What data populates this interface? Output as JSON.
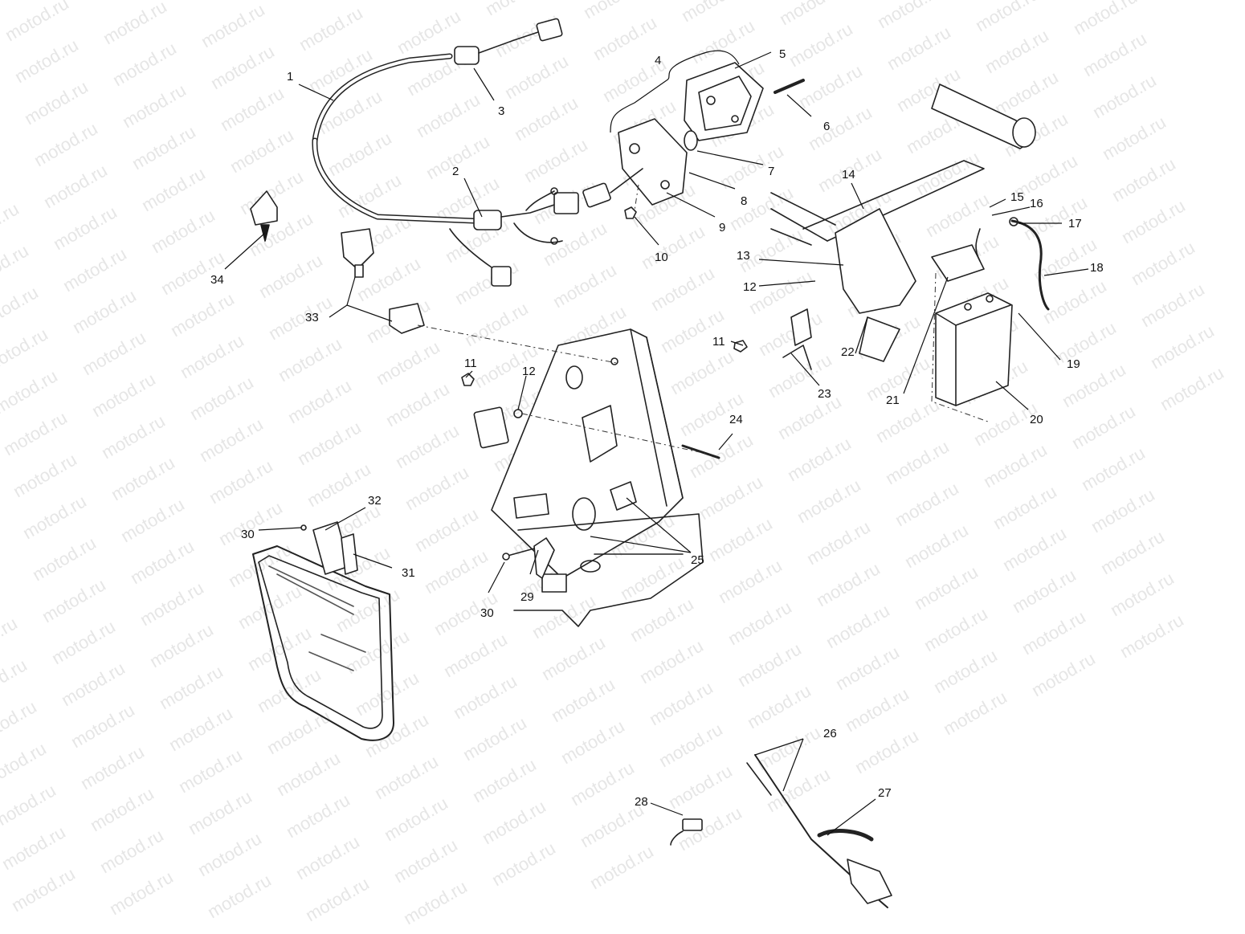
{
  "watermark": {
    "text": "motod.ru"
  },
  "callouts": [
    {
      "id": "1",
      "label": "1"
    },
    {
      "id": "2",
      "label": "2"
    },
    {
      "id": "3",
      "label": "3"
    },
    {
      "id": "4",
      "label": "4"
    },
    {
      "id": "5",
      "label": "5"
    },
    {
      "id": "6",
      "label": "6"
    },
    {
      "id": "7",
      "label": "7"
    },
    {
      "id": "8",
      "label": "8"
    },
    {
      "id": "9",
      "label": "9"
    },
    {
      "id": "10",
      "label": "10"
    },
    {
      "id": "11a",
      "label": "11"
    },
    {
      "id": "11b",
      "label": "11"
    },
    {
      "id": "12a",
      "label": "12"
    },
    {
      "id": "12b",
      "label": "12"
    },
    {
      "id": "13",
      "label": "13"
    },
    {
      "id": "14",
      "label": "14"
    },
    {
      "id": "15",
      "label": "15"
    },
    {
      "id": "16",
      "label": "16"
    },
    {
      "id": "17",
      "label": "17"
    },
    {
      "id": "18",
      "label": "18"
    },
    {
      "id": "19",
      "label": "19"
    },
    {
      "id": "20",
      "label": "20"
    },
    {
      "id": "21",
      "label": "21"
    },
    {
      "id": "22",
      "label": "22"
    },
    {
      "id": "23",
      "label": "23"
    },
    {
      "id": "24",
      "label": "24"
    },
    {
      "id": "25",
      "label": "25"
    },
    {
      "id": "26",
      "label": "26"
    },
    {
      "id": "27",
      "label": "27"
    },
    {
      "id": "28",
      "label": "28"
    },
    {
      "id": "29",
      "label": "29"
    },
    {
      "id": "30a",
      "label": "30"
    },
    {
      "id": "30b",
      "label": "30"
    },
    {
      "id": "31",
      "label": "31"
    },
    {
      "id": "32",
      "label": "32"
    },
    {
      "id": "33",
      "label": "33"
    },
    {
      "id": "34",
      "label": "34"
    }
  ]
}
